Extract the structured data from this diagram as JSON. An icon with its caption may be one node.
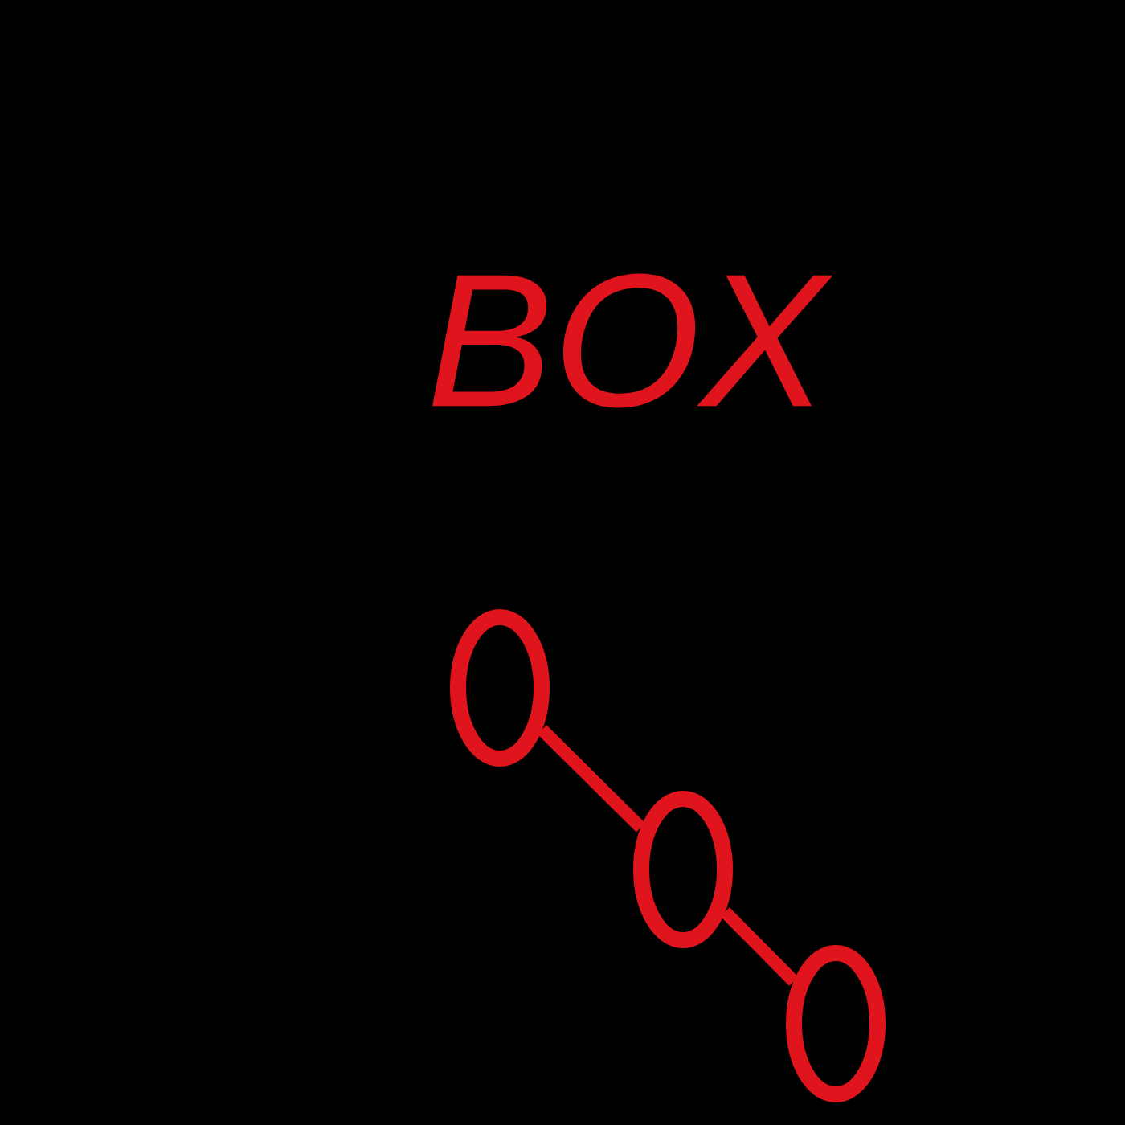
{
  "diagram": {
    "nodes": [
      {
        "text": [],
        "shape": "circle"
      },
      {
        "text": [],
        "shape": "circle"
      },
      {
        "text": [],
        "shape": "circle"
      }
    ],
    "edges": [
      {
        "from": 0,
        "to": 1,
        "arrow": "none"
      },
      {
        "from": 1,
        "to": 2,
        "arrow": "none"
      }
    ],
    "labels": [
      "BOX"
    ]
  }
}
